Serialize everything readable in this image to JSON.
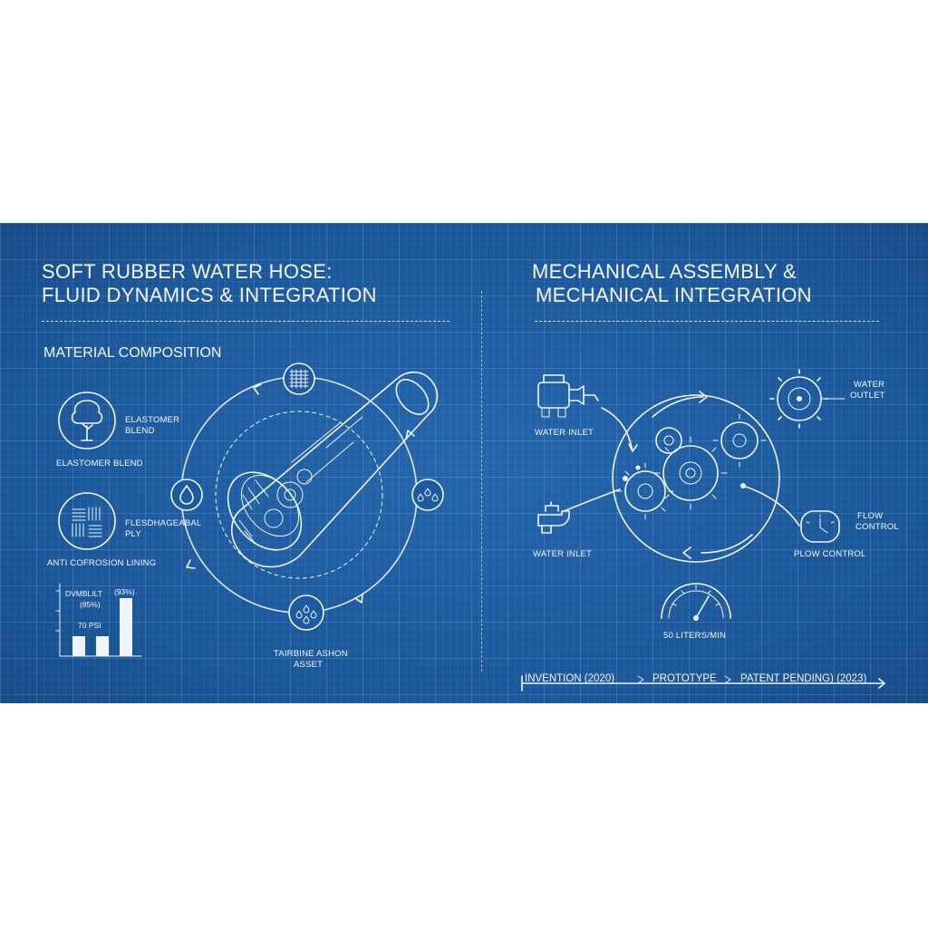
{
  "left": {
    "title_line1": "SOFT RUBBER WATER HOSE:",
    "title_line2": "FLUID DYNAMICS & INTEGRATION",
    "section_heading": "MATERIAL COMPOSITION",
    "materials": [
      {
        "icon": "tree-icon",
        "label_line1": "ELASTOMER",
        "label_line2": "BLEND",
        "caption": "ELASTOMER BLEND"
      },
      {
        "icon": "weave-icon",
        "label_line1": "FLESDHAGEABAL",
        "label_line2": "PLY",
        "caption": "ANTI COFROSION LINING"
      }
    ],
    "chart": {
      "label_top": "DVMBLILT",
      "label_pct": "(85%)",
      "label_pct2": "(93%)",
      "label_psi": "70 PSI"
    },
    "diagram_caption_line1": "TAIRBINE ASHON",
    "diagram_caption_line2": "ASSET",
    "node_icons": [
      "mesh-icon",
      "water-drop-icon",
      "drops-icon",
      "droplets-icon"
    ]
  },
  "right": {
    "title_line1": "MECHANICAL ASSEMBLY &",
    "title_line2": "MECHANICAL INTEGRATION",
    "water_inlet_top": "WATER INLET",
    "water_inlet_bottom": "WATER INLET",
    "water_outlet_line1": "WATER",
    "water_outlet_line2": "OUTLET",
    "flow_control_line1": "FLOW",
    "flow_control_line2": "CONTROL",
    "flow_control_caption": "PLOW CONTROL",
    "gauge_reading": "50 LITERS/MIN",
    "timeline": [
      "INVENTION  (2020)",
      "PROTOTYPE",
      "PATENT PENDING)   (2023)"
    ]
  },
  "colors": {
    "blueprint_bg": "#1d5a9e",
    "line": "#eef4fb",
    "page_bg": "#ffffff"
  }
}
